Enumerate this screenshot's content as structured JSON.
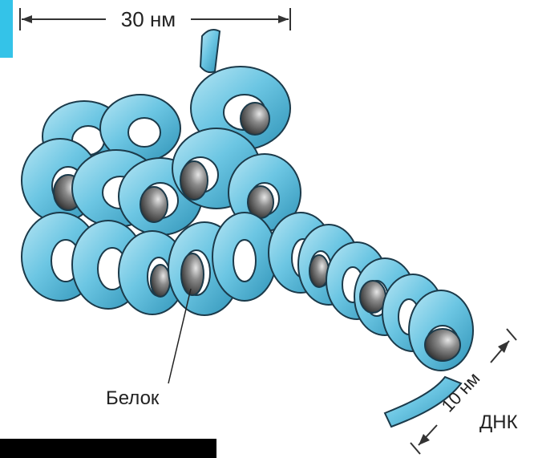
{
  "labels": {
    "width_30": "30 нм",
    "width_10": "10 нм",
    "protein": "Белок",
    "dna": "ДНК"
  },
  "colors": {
    "ribbon_light": "#8fd3ea",
    "ribbon_mid": "#4fb6d8",
    "ribbon_dark": "#2d8fb3",
    "outline": "#1b3a4a",
    "histone_dark": "#262626",
    "histone_light": "#d8d8d8",
    "corner_accent": "#34c3e8",
    "bottom_bar": "#000000"
  }
}
